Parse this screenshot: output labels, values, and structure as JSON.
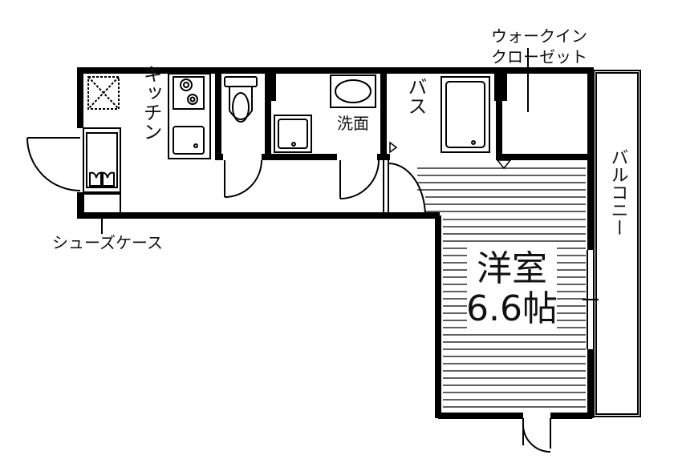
{
  "floorplan": {
    "rooms": {
      "kitchen": "キッチン",
      "washroom": "洗面",
      "bath": "バス",
      "walk_in_closet_line1": "ウォークイン",
      "walk_in_closet_line2": "クローゼット",
      "western_room_name": "洋室",
      "western_room_size": "6.6帖",
      "balcony": "バルコニー",
      "shoe_case": "シューズケース"
    },
    "colors": {
      "wall": "#000000",
      "fixture": "#333333",
      "background": "#ffffff"
    }
  }
}
